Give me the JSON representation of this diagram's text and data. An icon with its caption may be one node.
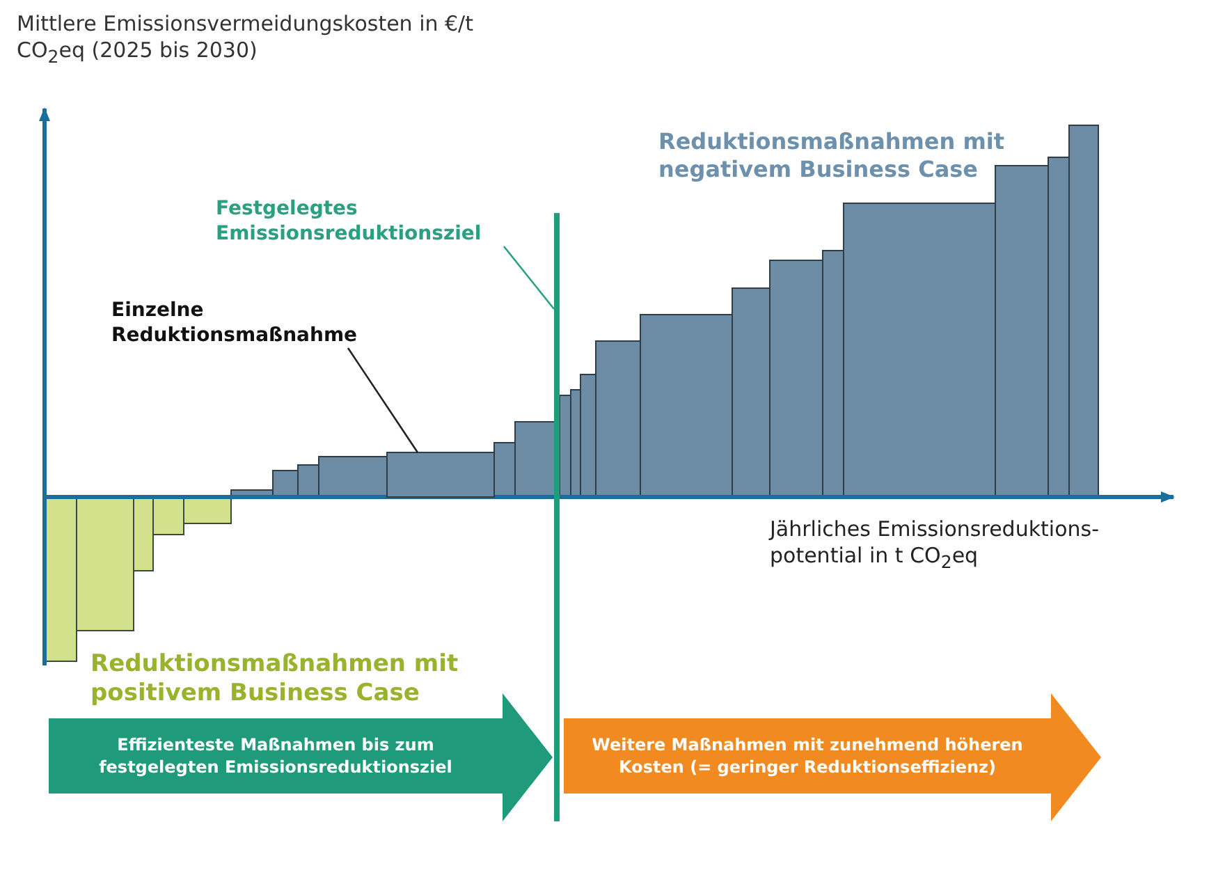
{
  "diagram": {
    "nodes": [
      {
        "text": [
          "Festgelegtes Emissionsreduktionsziel"
        ]
      },
      {
        "text": [],
        "shape": "bar"
      },
      {
        "text": [
          "Einzelne Reduktionsmaßnahme"
        ]
      },
      {
        "text": [],
        "shape": "bar"
      },
      {
        "text": [
          "Effizienteste Maßnahmen bis zum festgelegten Emissionsreduktionsziel"
        ]
      },
      {
        "text": [
          "Weitere Maßnahmen mit zunehmend höheren Kosten (= geringer Reduktionseffizienz)"
        ]
      }
    ],
    "edges": [
      {
        "from": 0,
        "to": 1,
        "arrow": "none",
        "color": "#2aa080"
      },
      {
        "from": 2,
        "to": 3,
        "arrow": "none",
        "color": "#222222"
      }
    ],
    "labels": [
      "Mittlere Emissionsvermeidungskosten in €/t CO$_{2}$eq (2025 bis 2030)",
      "Reduktionsmaßnahmen mit negativem Business Case",
      "Jährliches Emissionsreduktions- potential in t CO$_{2}$eq",
      "Reduktionsmaßnahmen mit positivem Business Case"
    ]
  }
}
